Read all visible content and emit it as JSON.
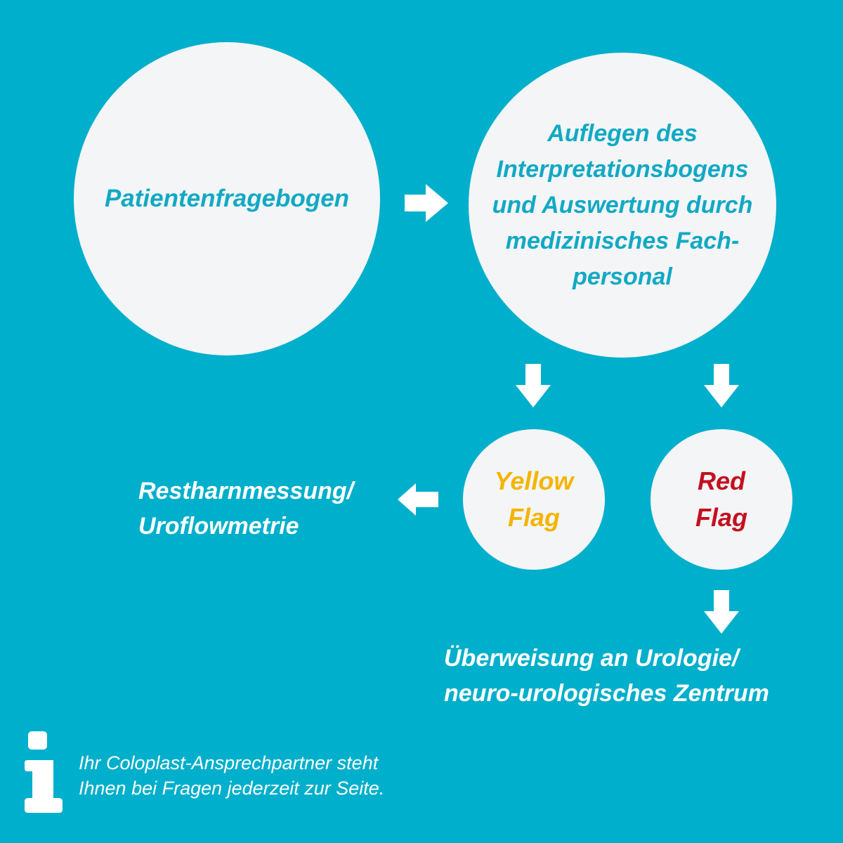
{
  "nodes": {
    "questionnaire": "Patientenfragebogen",
    "interpretation": [
      "Auflegen des",
      "Interpretationsbogens",
      "und Auswertung durch",
      "medizinisches Fach-",
      "personal"
    ],
    "yellow_flag": [
      "Yellow",
      "Flag"
    ],
    "red_flag": [
      "Red",
      "Flag"
    ],
    "residual": [
      "Restharnmessung/",
      "Uroflowmetrie"
    ],
    "referral": [
      "Überweisung an Urologie/",
      "neuro-urologisches Zentrum"
    ]
  },
  "info": {
    "icon": "info-icon",
    "lines": [
      "Ihr Coloplast-Ansprechpartner steht",
      "Ihnen bei Fragen jederzeit zur Seite."
    ]
  },
  "colors": {
    "background": "#00afcb",
    "circle": "#f4f5f7",
    "teal_text": "#11a9c4",
    "yellow": "#f5b400",
    "red": "#c4101e"
  }
}
